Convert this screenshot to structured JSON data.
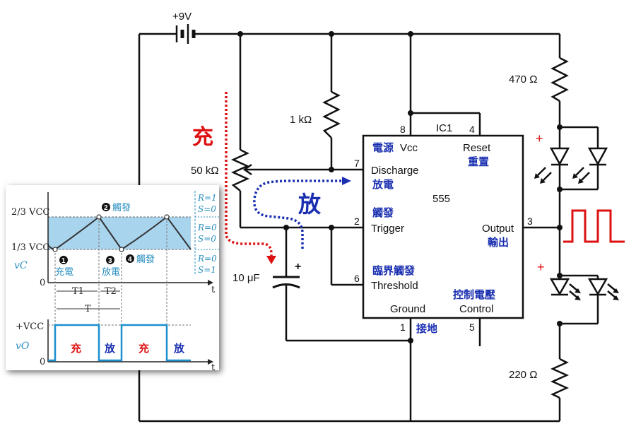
{
  "circuit": {
    "supply": "+9V",
    "r_top": "470 Ω",
    "r_pull": "1 kΩ",
    "pot": "50 kΩ",
    "cap": "10 μF",
    "cap_plus": "+",
    "r_bottom": "220 Ω",
    "led_plus": "+",
    "ic_name": "IC1",
    "ic_type": "555",
    "pins": {
      "p8": "8",
      "p4": "4",
      "p7": "7",
      "p2": "2",
      "p6": "6",
      "p1": "1",
      "p5": "5",
      "p3": "3"
    },
    "pin_labels": {
      "vcc": "Vcc",
      "reset": "Reset",
      "discharge": "Discharge",
      "trigger": "Trigger",
      "threshold": "Threshold",
      "ground": "Ground",
      "control": "Control",
      "output": "Output"
    },
    "zh_labels": {
      "vcc": "電源",
      "reset": "重置",
      "discharge": "放電",
      "trigger": "觸發",
      "threshold": "臨界觸發",
      "control": "控制電壓",
      "output": "輸出",
      "ground": "接地"
    },
    "charge_label": "充",
    "discharge_label": "放"
  },
  "inset": {
    "y_two_thirds": "2/3 VCC",
    "y_one_third": "1/3 VCC",
    "vc_label": "vC",
    "vo_label": "vO",
    "vcc_label": "+VCC",
    "zero": "0",
    "t_label": "t",
    "rs_states": [
      "R=1",
      "S=0",
      "R=0",
      "S=0",
      "R=0",
      "S=1"
    ],
    "markers": [
      {
        "num": "1",
        "text": "充電"
      },
      {
        "num": "2",
        "text": "觸發"
      },
      {
        "num": "3",
        "text": "放電"
      },
      {
        "num": "4",
        "text": "觸發"
      }
    ],
    "t1": "T1",
    "t2": "T2",
    "t": "T",
    "pulse_labels": [
      "充",
      "放",
      "充",
      "放"
    ],
    "colors": {
      "band": "#a9d4ee",
      "wave": "#1c8fcf",
      "curve": "#333333"
    }
  }
}
